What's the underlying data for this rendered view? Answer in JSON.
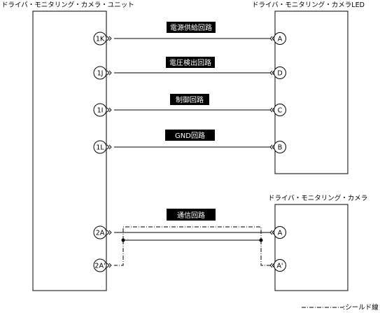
{
  "units": {
    "left_unit_title": "ドライバ・モニタリング・カメラ・ユニット",
    "right_top_title": "ドライバ・モニタリング・カメラLED",
    "right_bottom_title": "ドライバ・モニタリング・カメラ"
  },
  "circuits": [
    {
      "label": "電源供給回路",
      "left_pin": "1K",
      "right_pin": "A"
    },
    {
      "label": "電圧検出回路",
      "left_pin": "1J",
      "right_pin": "D"
    },
    {
      "label": "制御回路",
      "left_pin": "1I",
      "right_pin": "C"
    },
    {
      "label": "GND回路",
      "left_pin": "1L",
      "right_pin": "B"
    }
  ],
  "shielded_circuit": {
    "label": "通信回路",
    "left_pins": [
      "2A",
      "2A'"
    ],
    "right_pins": [
      "A",
      "A'"
    ]
  },
  "legend": {
    "text": ":シールド線"
  }
}
